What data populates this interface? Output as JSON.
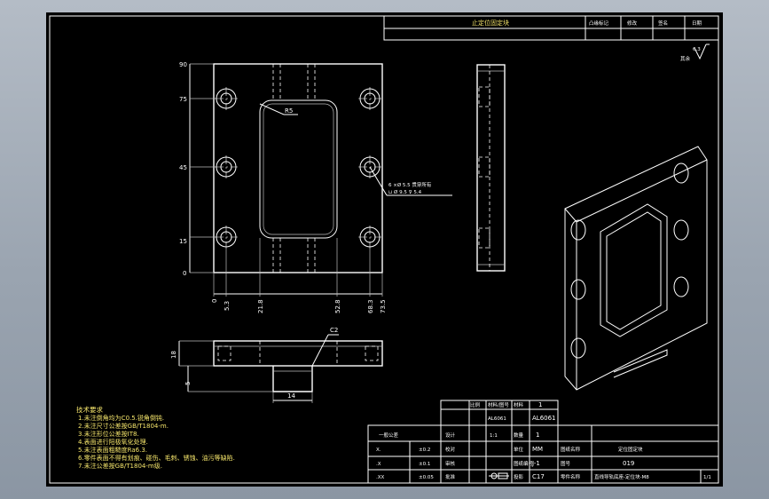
{
  "top_title_block": {
    "drawing_name": "止定位固定块",
    "cells": [
      "凸缘标记",
      "修改",
      "签名",
      "日期"
    ]
  },
  "roughness": {
    "value": "6.3",
    "label": "其余"
  },
  "front_view": {
    "y_dims": [
      "90",
      "75",
      "45",
      "15",
      "0"
    ],
    "x_dims": [
      "0",
      "5.3",
      "21.8",
      "52.8",
      "68.3",
      "73.5"
    ],
    "radius_label": "R5",
    "hole_note_line1": "6 ×Ø 5.5 贯穿所有",
    "hole_note_line2": "⊔ Ø 9.5 ⊽ 5.4"
  },
  "side_view": {
    "chamfer_label": "C2",
    "height_dim": "18",
    "step_dim": "5",
    "width_dim": "14"
  },
  "tech_requirements": {
    "heading": "技术要求",
    "lines": [
      "1.未注倒角均为C0.5.锐角倒钝.",
      "2.未注尺寸公差按GB/T1804-m.",
      "3.未注形位公差按IT8.",
      "4.表面进行阳极氧化处理.",
      "5.未注表面粗糙度Ra6.3.",
      "6.零件表面不得有划痕、碰伤、毛刺、锈蚀、油污等缺陷.",
      "7.未注公差按GB/T1804-m级."
    ]
  },
  "title_block": {
    "tolerance_header": "一般公差",
    "tolerance_rows": [
      {
        "label": "X.",
        "value": "±0.2"
      },
      {
        "label": ".X",
        "value": "±0.1"
      },
      {
        "label": ".XX",
        "value": "±0.05"
      }
    ],
    "role_labels": [
      "设计",
      "校对",
      "审核",
      "批准"
    ],
    "top_headers": [
      "比例",
      "材料/图号",
      "材料"
    ],
    "scale": "1:1",
    "material": "AL6061",
    "material_small": "AL6061",
    "quantity_label": "数量",
    "quantity": "1",
    "unit": "MM",
    "unit_label": "单位",
    "sheet_label": "图纸编号",
    "sheet_val": "J-1",
    "drawing_no_label": "图号",
    "drawing_no": "019",
    "name_label": "图纸名称",
    "name_value": "定位固定块",
    "part_name_label": "零件名称",
    "part_name": "直线导轨底座-定位块-M8",
    "proj_label": "投影",
    "page": "1/1",
    "version": "C17"
  }
}
